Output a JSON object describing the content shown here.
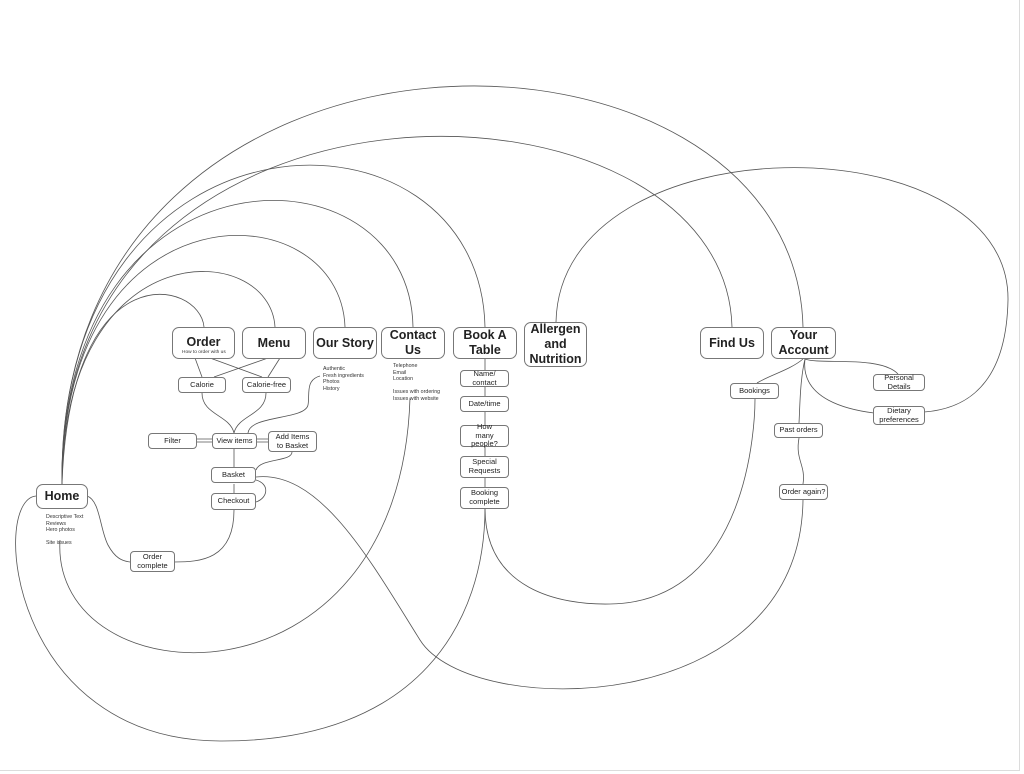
{
  "nodes": {
    "home": "Home",
    "order": "Order",
    "order_sub": "How to order with us",
    "menu": "Menu",
    "our_story": "Our Story",
    "contact_us": "Contact Us",
    "book_table": "Book A Table",
    "allergen": "Allergen and Nutrition",
    "find_us": "Find Us",
    "your_account": "Your Account",
    "calorie": "Calorie",
    "calorie_free": "Calorie-free",
    "filter": "Filter",
    "view_items": "View items",
    "add_items": "Add Items to Basket",
    "basket": "Basket",
    "checkout": "Checkout",
    "order_complete": "Order complete",
    "name_contact": "Name/ contact",
    "date_time": "Date/time",
    "how_many": "How many people?",
    "special": "Special Requests",
    "booking_complete": "Booking complete",
    "bookings": "Bookings",
    "past_orders": "Past orders",
    "order_again": "Order again?",
    "personal_details": "Personal Details",
    "dietary": "Dietary preferences"
  },
  "notes": {
    "home": "Descriptive Text\nReviews\nHero photos\n\nSite issues",
    "story": "Authentic\nFresh ingredients\nPhotos\nHistory",
    "contact": "Telephone\nEmail\nLocation\n\nIssues with ordering\nIssues with website"
  }
}
